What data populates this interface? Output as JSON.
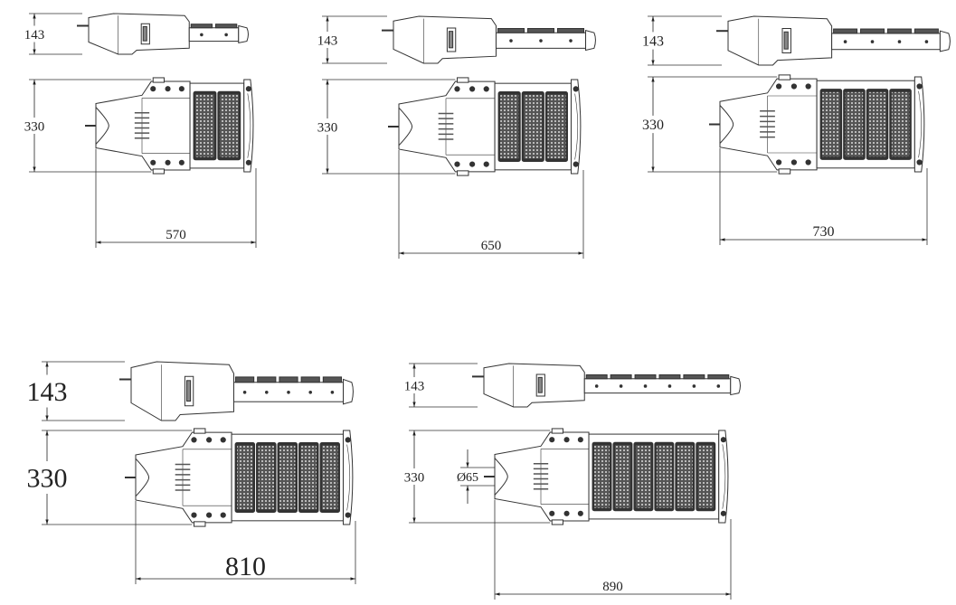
{
  "drawing": {
    "line_color": "#333333",
    "module_fill": "#4a4a4a",
    "variants": [
      {
        "id": "570",
        "modules": 2,
        "side_height_label": "143",
        "top_height_label": "330",
        "length_label": "570"
      },
      {
        "id": "650",
        "modules": 3,
        "side_height_label": "143",
        "top_height_label": "330",
        "length_label": "650"
      },
      {
        "id": "730",
        "modules": 4,
        "side_height_label": "143",
        "top_height_label": "330",
        "length_label": "730"
      },
      {
        "id": "810",
        "modules": 5,
        "side_height_label": "143",
        "top_height_label": "330",
        "length_label": "810"
      },
      {
        "id": "890",
        "modules": 6,
        "side_height_label": "143",
        "top_height_label": "330",
        "length_label": "890",
        "pole_diameter_label": "Ø65"
      }
    ]
  }
}
